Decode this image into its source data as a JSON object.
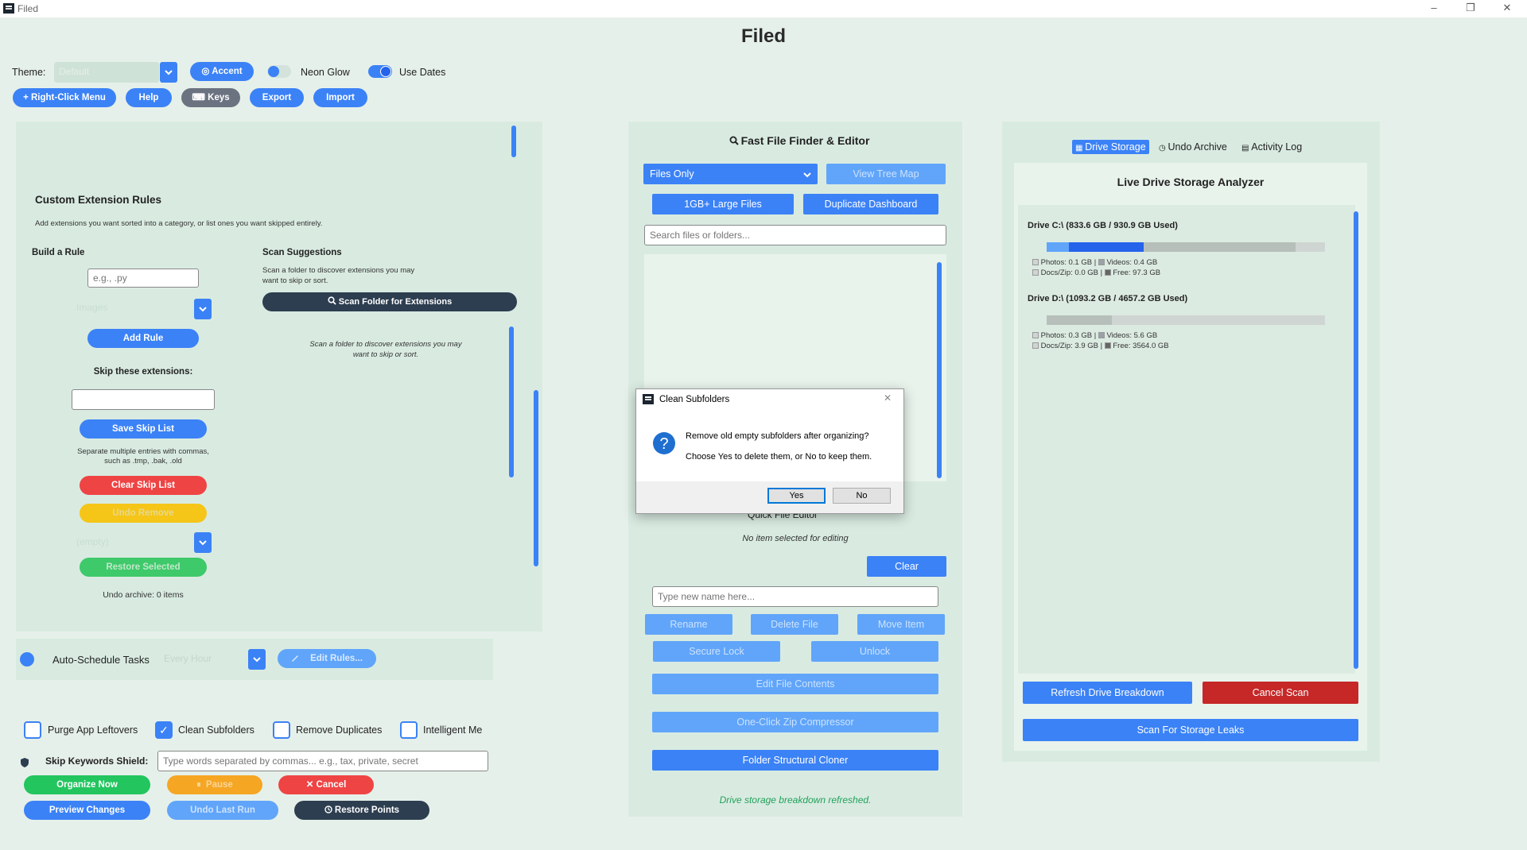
{
  "window": {
    "title": "Filed",
    "minimize": "–",
    "restore": "❐",
    "close": "✕"
  },
  "app_title": "Filed",
  "toolbar": {
    "theme_label": "Theme:",
    "theme_value": "Default",
    "accent": "◎ Accent",
    "neon_glow": "Neon Glow",
    "use_dates": "Use Dates",
    "right_click_menu": "+ Right-Click Menu",
    "help": "Help",
    "keys": "⌨ Keys",
    "export": "Export",
    "import": "Import"
  },
  "left_panel": {
    "title": "Custom Extension Rules",
    "description": "Add extensions you want sorted into a category, or list ones you want skipped entirely.",
    "build_rule": {
      "heading": "Build a Rule",
      "ext_placeholder": "e.g., .py",
      "category_value": "Images",
      "add_rule": "Add Rule",
      "skip_heading": "Skip these extensions:",
      "save_skip": "Save Skip List",
      "hint_line1": "Separate multiple entries with commas,",
      "hint_line2": "such as .tmp, .bak, .old",
      "clear_skip": "Clear Skip List",
      "undo_remove": "Undo Remove",
      "archive_value": "(empty)",
      "restore_selected": "Restore Selected",
      "archive_count": "Undo archive: 0 items"
    },
    "scan": {
      "heading": "Scan Suggestions",
      "desc_line1": "Scan a folder to discover extensions you may",
      "desc_line2": "want to skip or sort.",
      "button": "Scan Folder for Extensions",
      "result_line1": "Scan a folder to discover extensions you may",
      "result_line2": "want to skip or sort."
    }
  },
  "schedule": {
    "label": "Auto-Schedule Tasks",
    "frequency": "Every Hour",
    "edit_rules": "Edit Rules..."
  },
  "options": {
    "purge": "Purge App Leftovers",
    "clean": "Clean Subfolders",
    "dupes": "Remove Duplicates",
    "intelligent": "Intelligent Me",
    "skip_keywords_label": "Skip Keywords Shield:",
    "skip_keywords_placeholder": "Type words separated by commas... e.g., tax, private, secret"
  },
  "actions": {
    "organize": "Organize Now",
    "pause": "Pause",
    "cancel": "✕ Cancel",
    "preview": "Preview Changes",
    "undo_last": "Undo Last Run",
    "restore_points": "Restore Points"
  },
  "finder": {
    "title": "Fast File Finder & Editor",
    "filter": "Files Only",
    "view_tree": "View Tree Map",
    "large_files": "1GB+ Large Files",
    "duplicate": "Duplicate Dashboard",
    "search_placeholder": "Search files or folders...",
    "quick_editor": "Quick File Editor",
    "no_item": "No item selected for editing",
    "clear": "Clear",
    "rename_placeholder": "Type new name here...",
    "rename": "Rename",
    "delete": "Delete File",
    "move": "Move Item",
    "secure_lock": "Secure Lock",
    "unlock": "Unlock",
    "edit_contents": "Edit File Contents",
    "zip": "One-Click Zip Compressor",
    "cloner": "Folder Structural Cloner",
    "status": "Drive storage breakdown refreshed."
  },
  "storage": {
    "tabs": [
      "Drive Storage",
      "Undo Archive",
      "Activity Log"
    ],
    "title": "Live Drive Storage Analyzer",
    "drives": [
      {
        "label": "Drive C:\\ (833.6 GB / 930.9 GB Used)",
        "line1a": "Photos: 0.1 GB  |",
        "line1b": "Videos: 0.4 GB",
        "line2a": "Docs/Zip: 0.0 GB  |",
        "line2b": "Free: 97.3 GB",
        "photos": 0.1,
        "videos": 0.4,
        "docs": 0.0,
        "used": 833.6,
        "total": 930.9
      },
      {
        "label": "Drive D:\\ (1093.2 GB / 4657.2 GB Used)",
        "line1a": "Photos: 0.3 GB  |",
        "line1b": "Videos: 5.6 GB",
        "line2a": "Docs/Zip: 3.9 GB  |",
        "line2b": "Free: 3564.0 GB",
        "photos": 0.3,
        "videos": 5.6,
        "docs": 3.9,
        "used": 1093.2,
        "total": 4657.2
      }
    ],
    "refresh": "Refresh Drive Breakdown",
    "cancel_scan": "Cancel Scan",
    "scan_leaks": "Scan For Storage Leaks"
  },
  "dialog": {
    "title": "Clean Subfolders",
    "line1": "Remove old empty subfolders after organizing?",
    "line2": "Choose Yes to delete them, or No to keep them.",
    "yes": "Yes",
    "no": "No"
  }
}
